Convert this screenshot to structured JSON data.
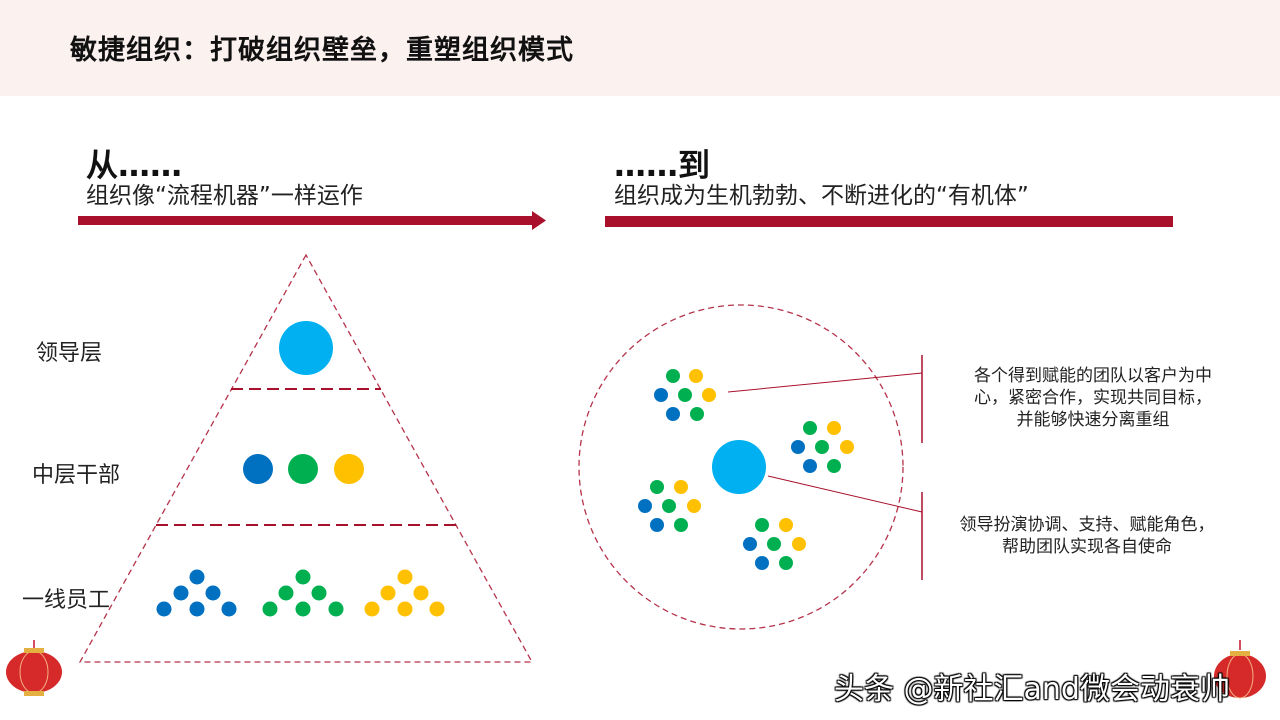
{
  "header": {
    "title": "敏捷组织：打破组织壁垒，重塑组织模式"
  },
  "from": {
    "heading": "从……",
    "description": "组织像“流程机器”一样运作"
  },
  "to": {
    "heading": "……到",
    "description": "组织成为生机勃勃、不断进化的“有机体”"
  },
  "pyramid": {
    "layers": [
      {
        "label": "领导层"
      },
      {
        "label": "中层干部"
      },
      {
        "label": "一线员工"
      }
    ]
  },
  "organism": {
    "callouts": [
      {
        "lines": [
          "各个得到赋能的团队以客户为中",
          "心，紧密合作，实现共同目标，",
          "并能够快速分离重组"
        ]
      },
      {
        "lines": [
          "领导扮演协调、支持、赋能角色，",
          "帮助团队实现各自使命"
        ]
      }
    ]
  },
  "colors": {
    "accent_red": "#a8102b",
    "cyan": "#00b0f0",
    "blue": "#0070c0",
    "green": "#00b050",
    "yellow": "#ffc000",
    "dashed": "#b5334a"
  },
  "watermark": "头条 @新社汇and微会动衰帅",
  "decor": {
    "icons": [
      "lantern-icon",
      "lantern-icon"
    ]
  }
}
